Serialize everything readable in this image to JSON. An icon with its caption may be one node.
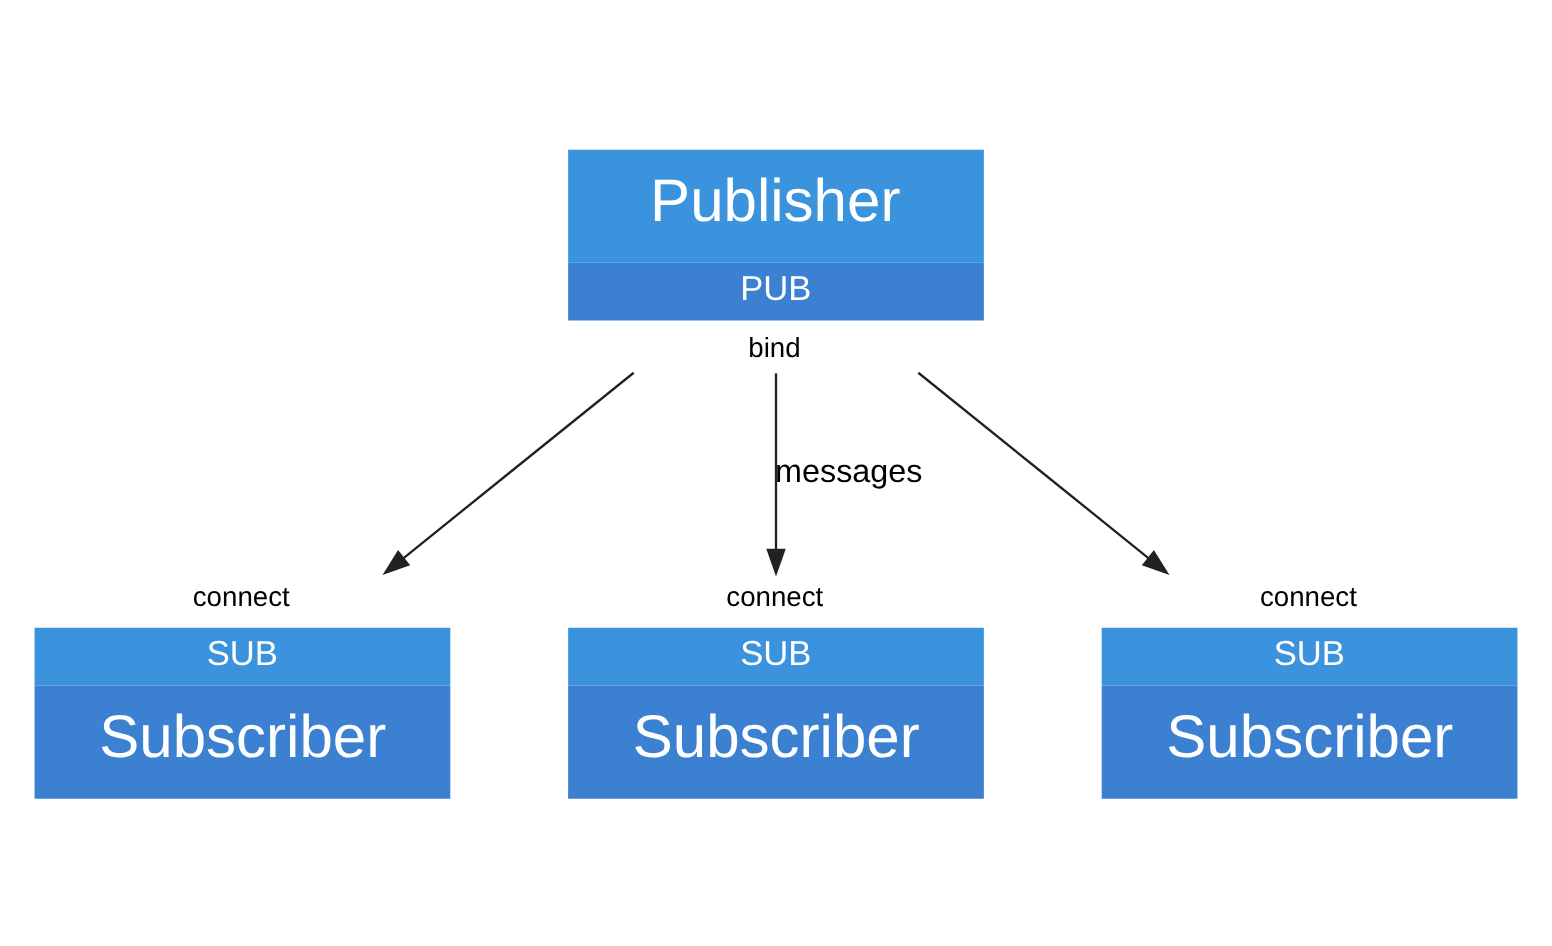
{
  "diagram": {
    "nodes": [
      {
        "text": [
          "Publisher",
          "PUB"
        ],
        "beside": [
          "bind"
        ]
      },
      {
        "text": [
          "SUB",
          "Subscriber"
        ],
        "beside": [
          "connect"
        ]
      },
      {
        "text": [
          "SUB",
          "Subscriber"
        ],
        "beside": [
          "connect"
        ]
      },
      {
        "text": [
          "SUB",
          "Subscriber"
        ],
        "beside": [
          "connect"
        ]
      }
    ],
    "edges": [
      {
        "from": 0,
        "to": 1,
        "arrow": "to"
      },
      {
        "from": 0,
        "to": 2,
        "arrow": "to",
        "label": "messages"
      },
      {
        "from": 0,
        "to": 3,
        "arrow": "to"
      }
    ]
  }
}
